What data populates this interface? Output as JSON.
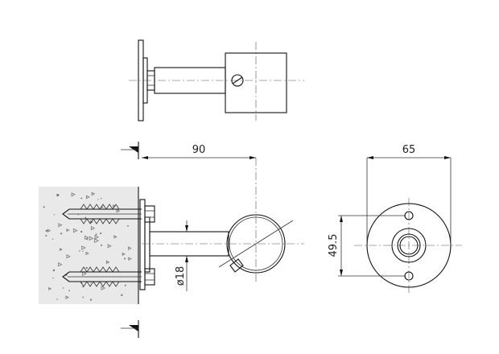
{
  "dimensions": {
    "projection_length": "90",
    "flange_diameter": "65",
    "hole_spacing": "49.5",
    "tube_diameter": "ø18"
  },
  "colors": {
    "line": "#111111",
    "wall_fill": "#e9e9e9",
    "background": "#ffffff"
  }
}
